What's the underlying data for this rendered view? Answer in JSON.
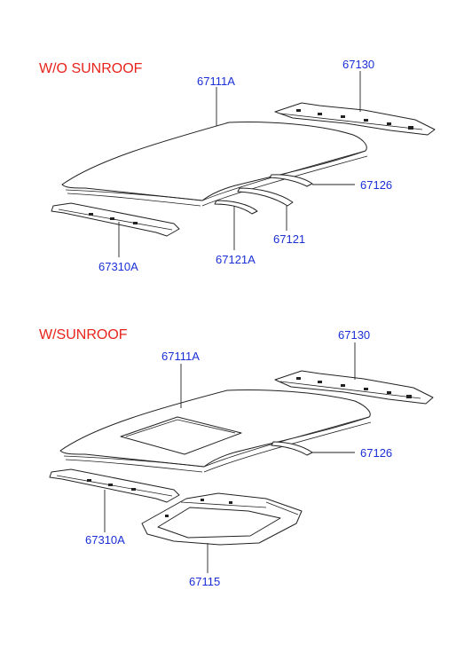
{
  "sections": [
    {
      "title": "W/O  SUNROOF",
      "parts": [
        {
          "number": "67111A",
          "name": "roof-panel"
        },
        {
          "number": "67130",
          "name": "rear-roof-rail"
        },
        {
          "number": "67126",
          "name": "roof-bow"
        },
        {
          "number": "67121",
          "name": "roof-bow"
        },
        {
          "number": "67121A",
          "name": "roof-bow"
        },
        {
          "number": "67310A",
          "name": "front-roof-rail"
        }
      ]
    },
    {
      "title": "W/SUNROOF",
      "parts": [
        {
          "number": "67111A",
          "name": "roof-panel"
        },
        {
          "number": "67130",
          "name": "rear-roof-rail"
        },
        {
          "number": "67126",
          "name": "roof-bow"
        },
        {
          "number": "67310A",
          "name": "front-roof-rail"
        },
        {
          "number": "67115",
          "name": "sunroof-reinforcement-frame"
        }
      ]
    }
  ],
  "colors": {
    "title": "#e8231b",
    "label": "#1a2fd6",
    "line": "#222222"
  }
}
